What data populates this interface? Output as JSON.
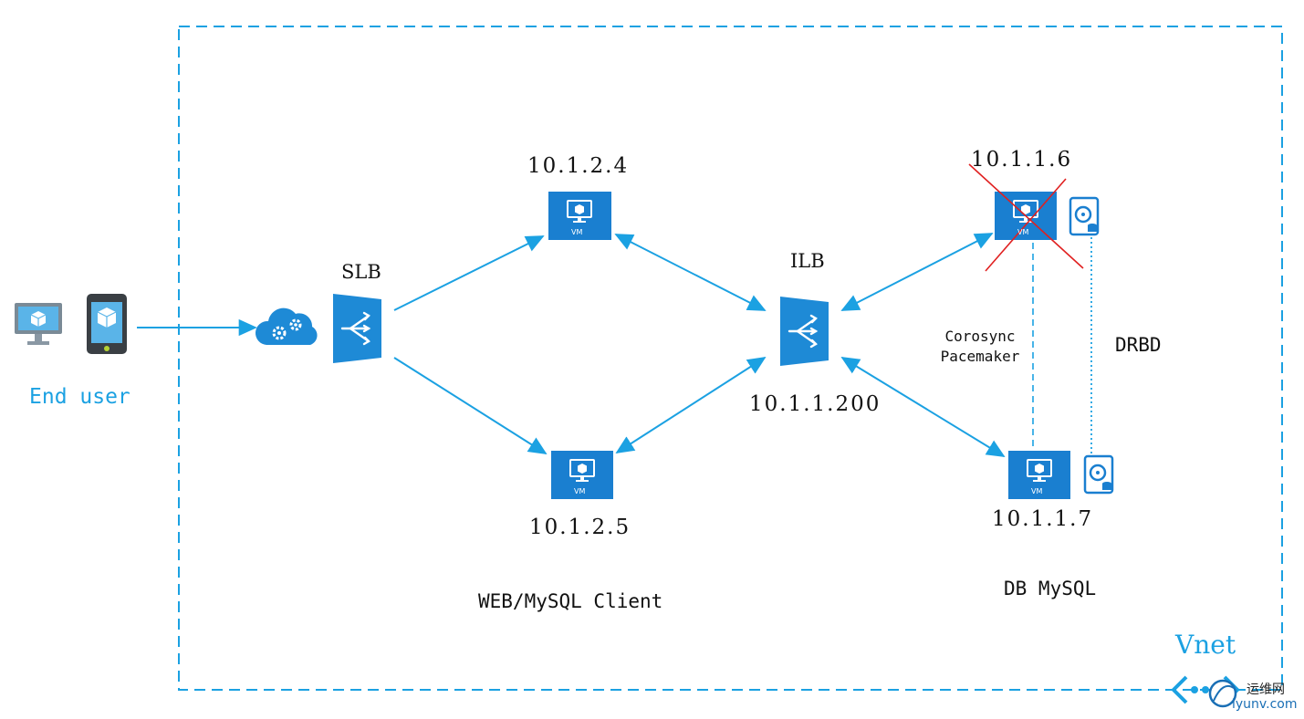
{
  "end_user": {
    "label": "End user"
  },
  "slb": {
    "label": "SLB"
  },
  "ilb": {
    "label": "ILB",
    "ip": "10.1.1.200"
  },
  "web_tier": {
    "vm_top_ip": "10.1.2.4",
    "vm_bottom_ip": "10.1.2.5",
    "caption": "WEB/MySQL Client",
    "vm_badge": "VM"
  },
  "db_tier": {
    "vm_top_ip": "10.1.1.6",
    "vm_bottom_ip": "10.1.1.7",
    "caption": "DB MySQL",
    "cluster_line1": "Corosync",
    "cluster_line2": "Pacemaker",
    "replication": "DRBD"
  },
  "vnet": {
    "label": "Vnet"
  },
  "watermark": {
    "cn": "运维网",
    "url": "iyunv.com"
  },
  "colors": {
    "accent": "#1ba1e2",
    "icon_blue": "#0078d4",
    "failure": "#e02020"
  }
}
